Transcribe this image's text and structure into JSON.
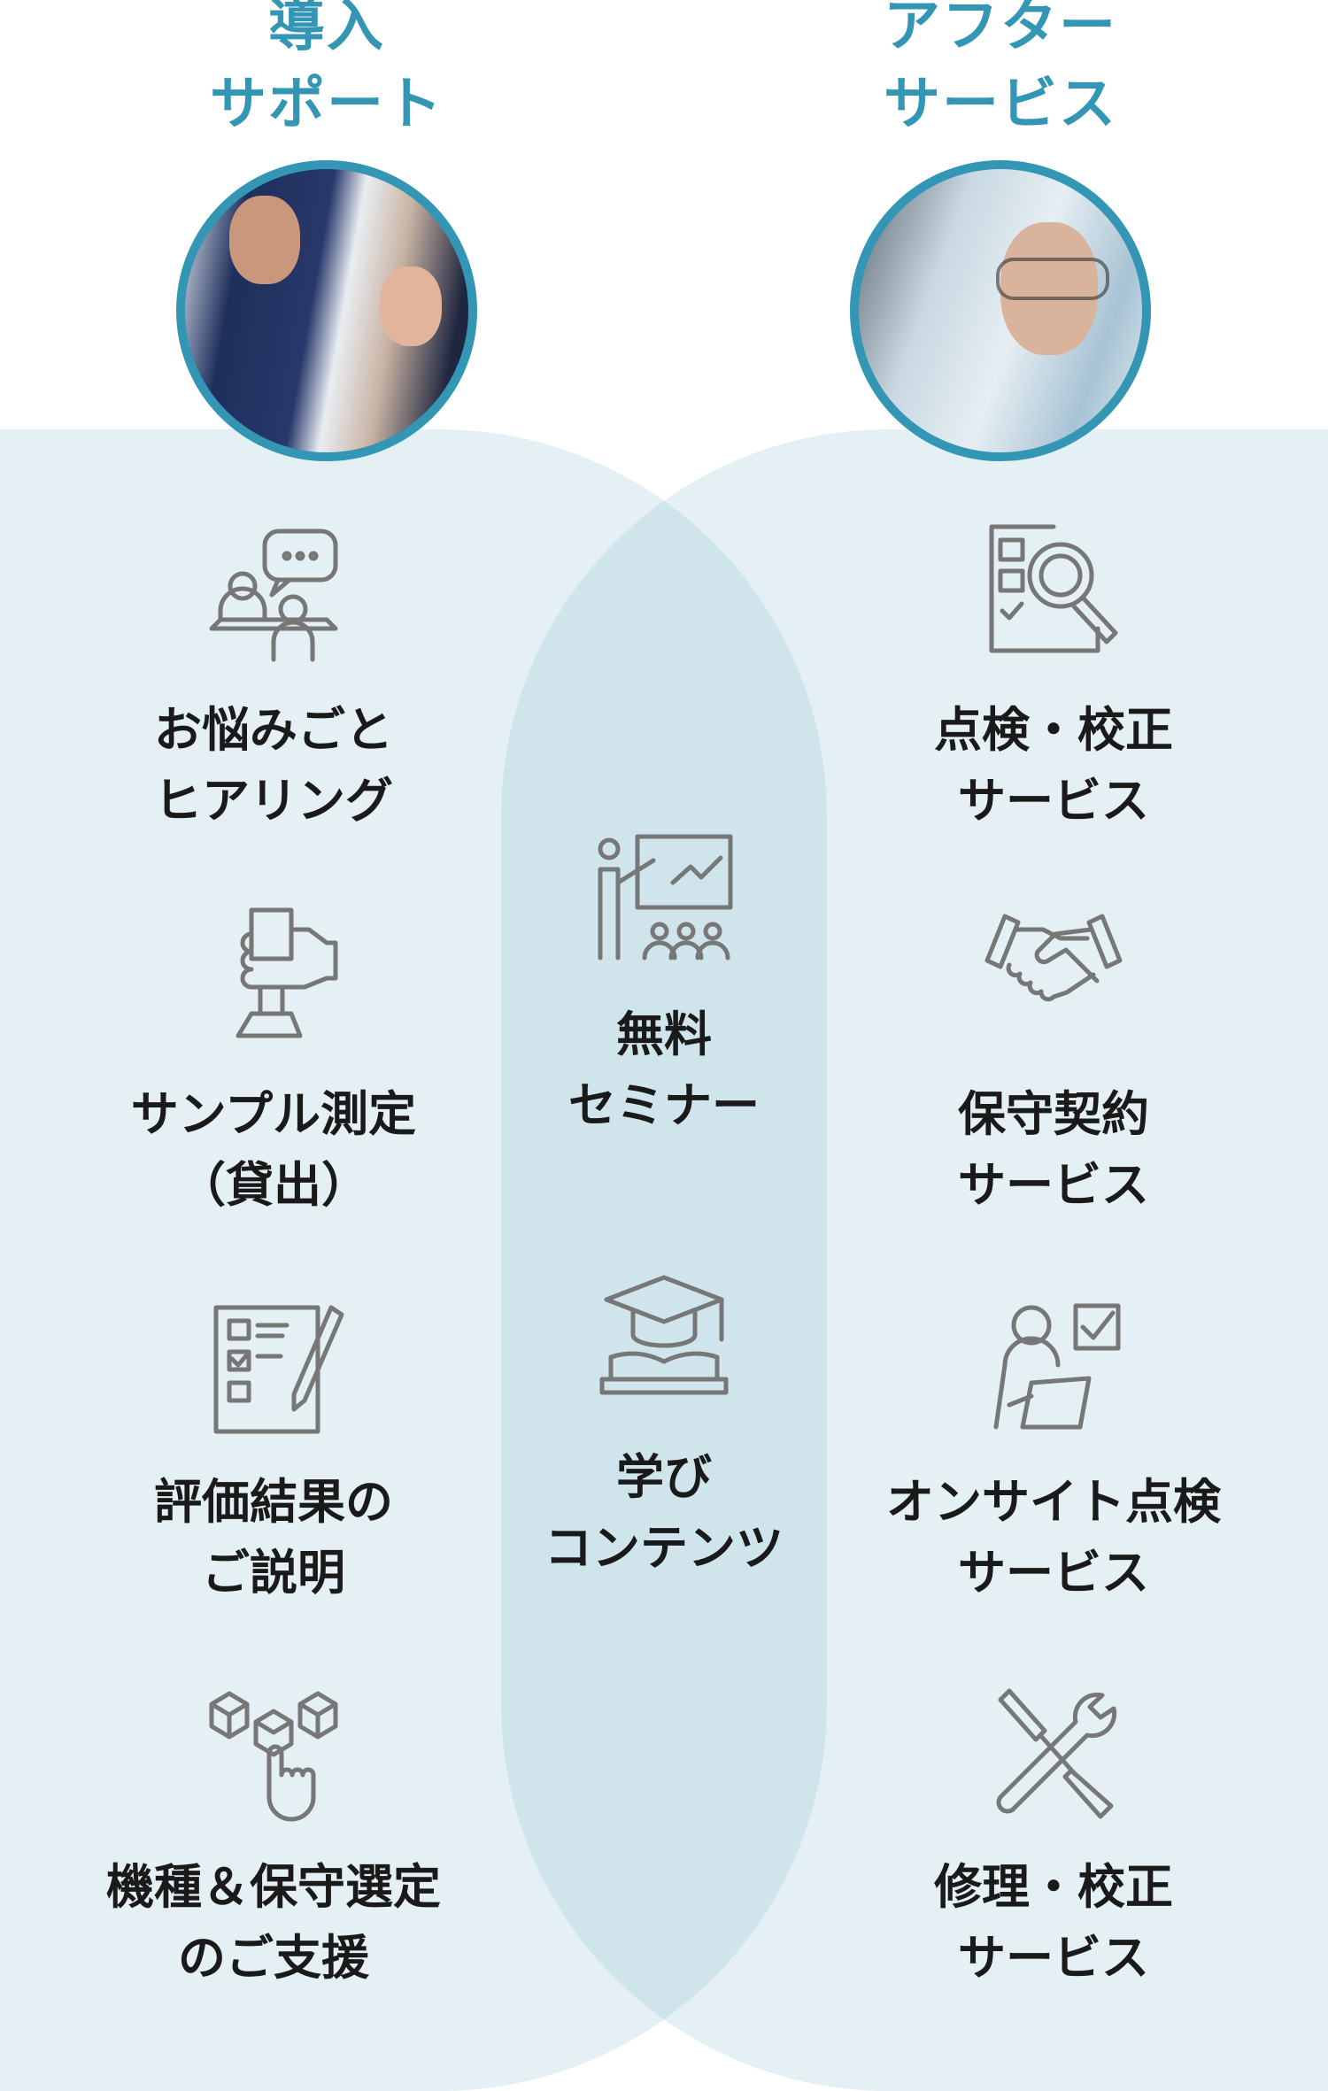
{
  "left_column": {
    "title": [
      "導入",
      "サポート"
    ],
    "photo": "business-meeting-photo",
    "items": [
      {
        "icon": "consultation-icon",
        "lines": [
          "お悩みごと",
          "ヒアリング"
        ]
      },
      {
        "icon": "sample-hand-icon",
        "lines": [
          "サンプル測定",
          "（貸出）"
        ]
      },
      {
        "icon": "checklist-report-icon",
        "lines": [
          "評価結果の",
          "ご説明"
        ]
      },
      {
        "icon": "product-selection-icon",
        "lines": [
          "機種＆保守選定",
          "のご支援"
        ]
      }
    ]
  },
  "center_column": {
    "items": [
      {
        "icon": "seminar-icon",
        "lines": [
          "無料",
          "セミナー"
        ]
      },
      {
        "icon": "learning-book-icon",
        "lines": [
          "学び",
          "コンテンツ"
        ]
      }
    ]
  },
  "right_column": {
    "title": [
      "アフター",
      "サービス"
    ],
    "photo": "lab-scientist-photo",
    "items": [
      {
        "icon": "inspection-magnifier-icon",
        "lines": [
          "点検・校正",
          "サービス"
        ]
      },
      {
        "icon": "handshake-icon",
        "lines": [
          "保守契約",
          "サービス"
        ]
      },
      {
        "icon": "onsite-technician-icon",
        "lines": [
          "オンサイト点検",
          "サービス"
        ]
      },
      {
        "icon": "repair-tools-icon",
        "lines": [
          "修理・校正",
          "サービス"
        ]
      }
    ]
  },
  "colors": {
    "accent": "#3396b5",
    "panel": "#e5f0f4",
    "overlap": "#cfe5eb",
    "icon": "#777777"
  }
}
